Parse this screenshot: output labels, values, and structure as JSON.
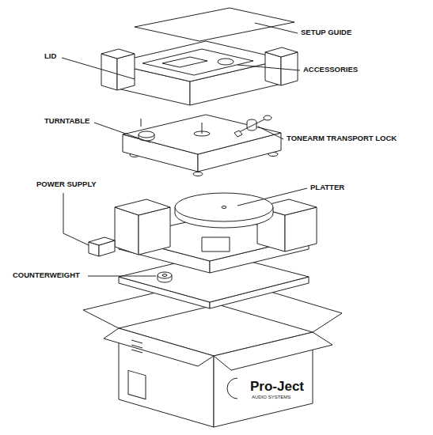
{
  "diagram": {
    "labels": [
      "SETUP GUIDE",
      "ACCESSORIES",
      "LID",
      "TURNTABLE",
      "TONEARM TRANSPORT LOCK",
      "POWER SUPPLY",
      "PLATTER",
      "COUNTERWEIGHT",
      "Pro-Ject",
      "AUDIO SYSTEMS"
    ]
  }
}
